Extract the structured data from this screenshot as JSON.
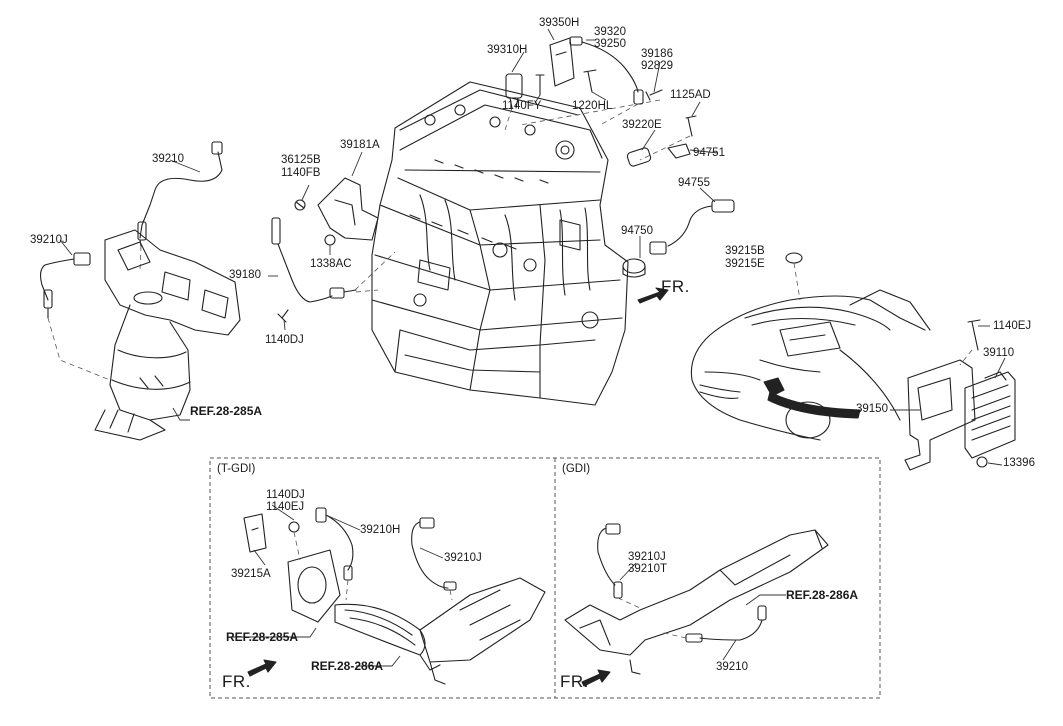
{
  "section_labels": {
    "tgdi": "(T-GDI)",
    "gdi": "(GDI)"
  },
  "fr_label": "FR.",
  "parts": {
    "p39350H": "39350H",
    "p39320": "39320",
    "p39250": "39250",
    "p39310H": "39310H",
    "p39186": "39186",
    "p92829": "92829",
    "p1140FY": "1140FY",
    "p1220HL": "1220HL",
    "p1125AD": "1125AD",
    "p39220E": "39220E",
    "p94751": "94751",
    "p94755": "94755",
    "p39210_top": "39210",
    "p36125B": "36125B",
    "p1140FB": "1140FB",
    "p39181A": "39181A",
    "p39210J_top": "39210J",
    "p94750": "94750",
    "p39215B": "39215B",
    "p39215E": "39215E",
    "p39180": "39180",
    "p1338AC": "1338AC",
    "p1140DJ_top": "1140DJ",
    "p1140EJ_top": "1140EJ",
    "p39110": "39110",
    "p39150": "39150",
    "p13396": "13396",
    "p1140DJ_t": "1140DJ",
    "p1140EJ_t": "1140EJ",
    "p39210H": "39210H",
    "p39210J_t": "39210J",
    "p39215A": "39215A",
    "p39210J_g": "39210J",
    "p39210T": "39210T",
    "p39210_g": "39210"
  },
  "refs": {
    "r28285A_top": "REF.28-285A",
    "r28285A_t": "REF.28-285A",
    "r28286A_t": "REF.28-286A",
    "r28286A_g": "REF.28-286A"
  }
}
